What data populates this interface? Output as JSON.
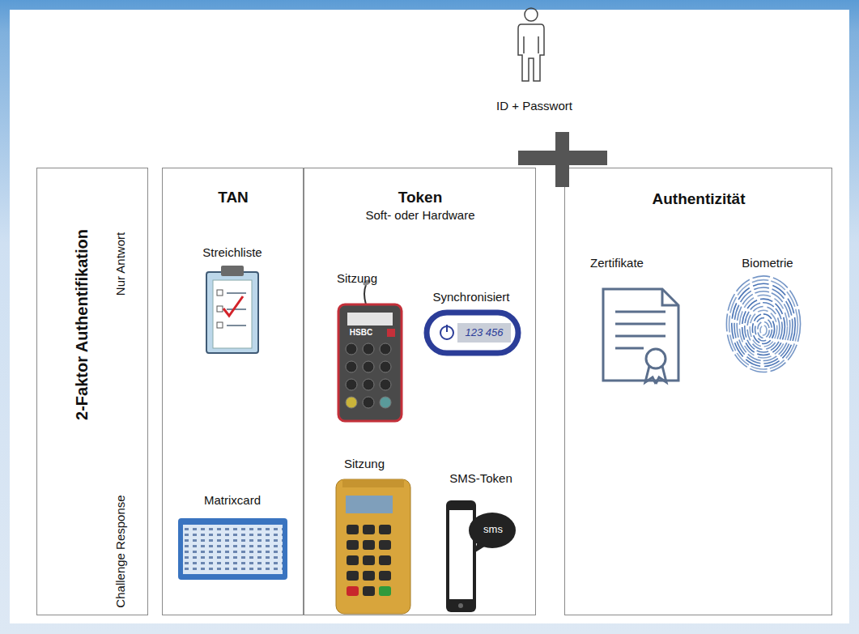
{
  "diagram": {
    "nodes": [
      {
        "text": [
          "2-Faktor Authentifikation",
          "Nur Antwort",
          "Challenge Response"
        ]
      },
      {
        "text": [
          "TAN"
        ]
      },
      {
        "text": [
          "Token",
          "Soft- oder Hardware"
        ]
      },
      {
        "text": [
          "Authentizität"
        ]
      }
    ],
    "edges": [],
    "labels": [
      "ID + Passwort",
      "Streichliste",
      "Sitzung",
      "Synchronisiert",
      "HSBC",
      "123 456",
      "Matrixcard",
      "Sitzung",
      "SMS-Token",
      "sms",
      "Zertifikate",
      "Biometrie"
    ]
  }
}
